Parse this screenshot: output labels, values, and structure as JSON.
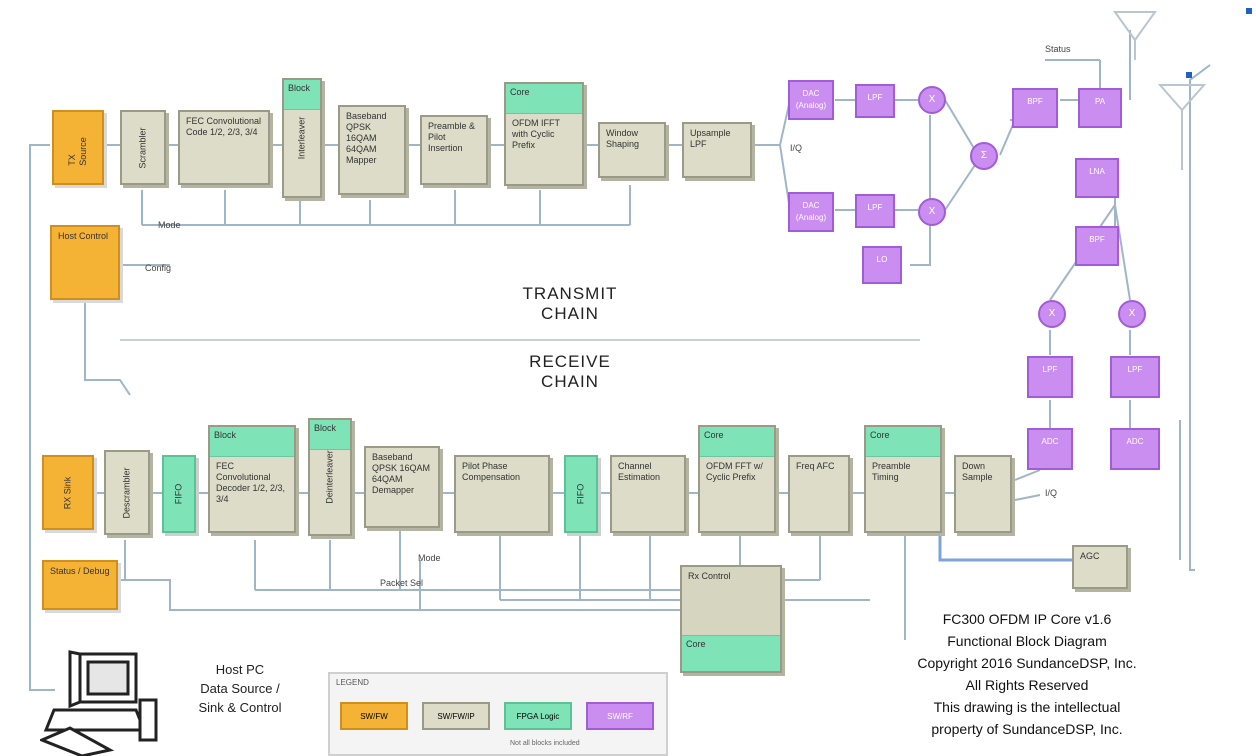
{
  "diagram": {
    "transmit_chain_label": "TRANSMIT\nCHAIN",
    "receive_chain_label": "RECEIVE\nCHAIN",
    "copyright_lines": [
      "FC300 OFDM IP Core v1.6",
      "Functional Block Diagram",
      "Copyright 2016 SundanceDSP, Inc.",
      "All Rights Reserved",
      "This drawing is the intellectual",
      "property of SundanceDSP, Inc."
    ],
    "host_pc_lines": [
      "Host PC",
      "Data Source /",
      "Sink & Control"
    ],
    "legend": {
      "title": "LEGEND",
      "swatches": [
        {
          "label": "SW/FW",
          "color": "#f5b335"
        },
        {
          "label": "SW/FW/IP",
          "color": "#dcdcc8"
        },
        {
          "label": "FPGA Logic",
          "color": "#7fe3b8"
        },
        {
          "label": "SW/RF",
          "color": "#c98ef0"
        }
      ],
      "note": "Not all blocks included"
    },
    "tx_blocks": [
      {
        "id": "tx-source",
        "label": "TX Source",
        "color": "orange"
      },
      {
        "id": "tx-scrambler",
        "label": "Scrambler",
        "color": "gray"
      },
      {
        "id": "tx-encoder",
        "label": "FEC Convolutional Code 1/2, 2/3, 3/4",
        "color": "gray"
      },
      {
        "id": "tx-interleaver",
        "label": "Interleaver",
        "color": "gray",
        "header": "Block"
      },
      {
        "id": "tx-mapper",
        "label": "Baseband QPSK 16QAM 64QAM Mapper",
        "color": "gray"
      },
      {
        "id": "tx-pilot",
        "label": "Preamble & Pilot Insertion",
        "color": "gray"
      },
      {
        "id": "tx-ifft",
        "label": "OFDM IFFT with Cyclic Prefix",
        "color": "gray",
        "header": "Core"
      },
      {
        "id": "tx-window",
        "label": "Window Shaping",
        "color": "gray"
      },
      {
        "id": "tx-upsample",
        "label": "Upsample LPF",
        "color": "gray"
      }
    ],
    "tx_control": {
      "label": "Host Control",
      "color": "orange"
    },
    "tx_labels": {
      "mode": "Mode",
      "config": "Config",
      "status": "Status",
      "iq": "I/Q"
    },
    "rx_blocks": [
      {
        "id": "rx-sink",
        "label": "RX Sink",
        "color": "orange"
      },
      {
        "id": "rx-descrambler",
        "label": "Descrambler",
        "color": "gray"
      },
      {
        "id": "rx-fifo",
        "label": "FIFO",
        "color": "green"
      },
      {
        "id": "rx-decoder",
        "label": "FEC Convolutional Decoder 1/2, 2/3, 3/4",
        "color": "gray",
        "header": "Block"
      },
      {
        "id": "rx-deinterleaver",
        "label": "Deinterleaver",
        "color": "gray",
        "header": "Block"
      },
      {
        "id": "rx-demapper",
        "label": "Baseband QPSK 16QAM 64QAM Demapper",
        "color": "gray"
      },
      {
        "id": "rx-phase",
        "label": "Pilot Phase Compensation",
        "color": "gray"
      },
      {
        "id": "rx-fifo2",
        "label": "FIFO",
        "color": "green"
      },
      {
        "id": "rx-channel",
        "label": "Channel Estimation",
        "color": "gray"
      },
      {
        "id": "rx-fft",
        "label": "OFDM FFT w/ Cyclic Prefix",
        "color": "gray",
        "header": "Core"
      },
      {
        "id": "rx-freq",
        "label": "Freq AFC",
        "color": "gray"
      },
      {
        "id": "rx-timing",
        "label": "Preamble Timing",
        "color": "gray",
        "header": "Core"
      },
      {
        "id": "rx-down",
        "label": "Down Sample",
        "color": "gray"
      }
    ],
    "rx_status": {
      "label": "Status / Debug",
      "color": "orange"
    },
    "rx_control": {
      "label": "Rx Control",
      "footer": "Core"
    },
    "agc_block": {
      "label": "AGC"
    },
    "rx_labels": {
      "mode": "Mode",
      "packet_sel": "Packet Sel",
      "iq": "I/Q"
    },
    "rf_blocks": {
      "dac_i": "DAC (Analog)",
      "dac_q": "DAC (Analog)",
      "lpf_i": "LPF",
      "lpf_q": "LPF",
      "lo": "LO",
      "bpf_tx": "BPF",
      "pa": "PA",
      "lna": "LNA",
      "bpf_rx": "BPF",
      "lpf_rx_i": "LPF",
      "lpf_rx_q": "LPF",
      "adc_i": "ADC",
      "adc_q": "ADC",
      "mixer": "X",
      "summer": "Σ"
    }
  }
}
